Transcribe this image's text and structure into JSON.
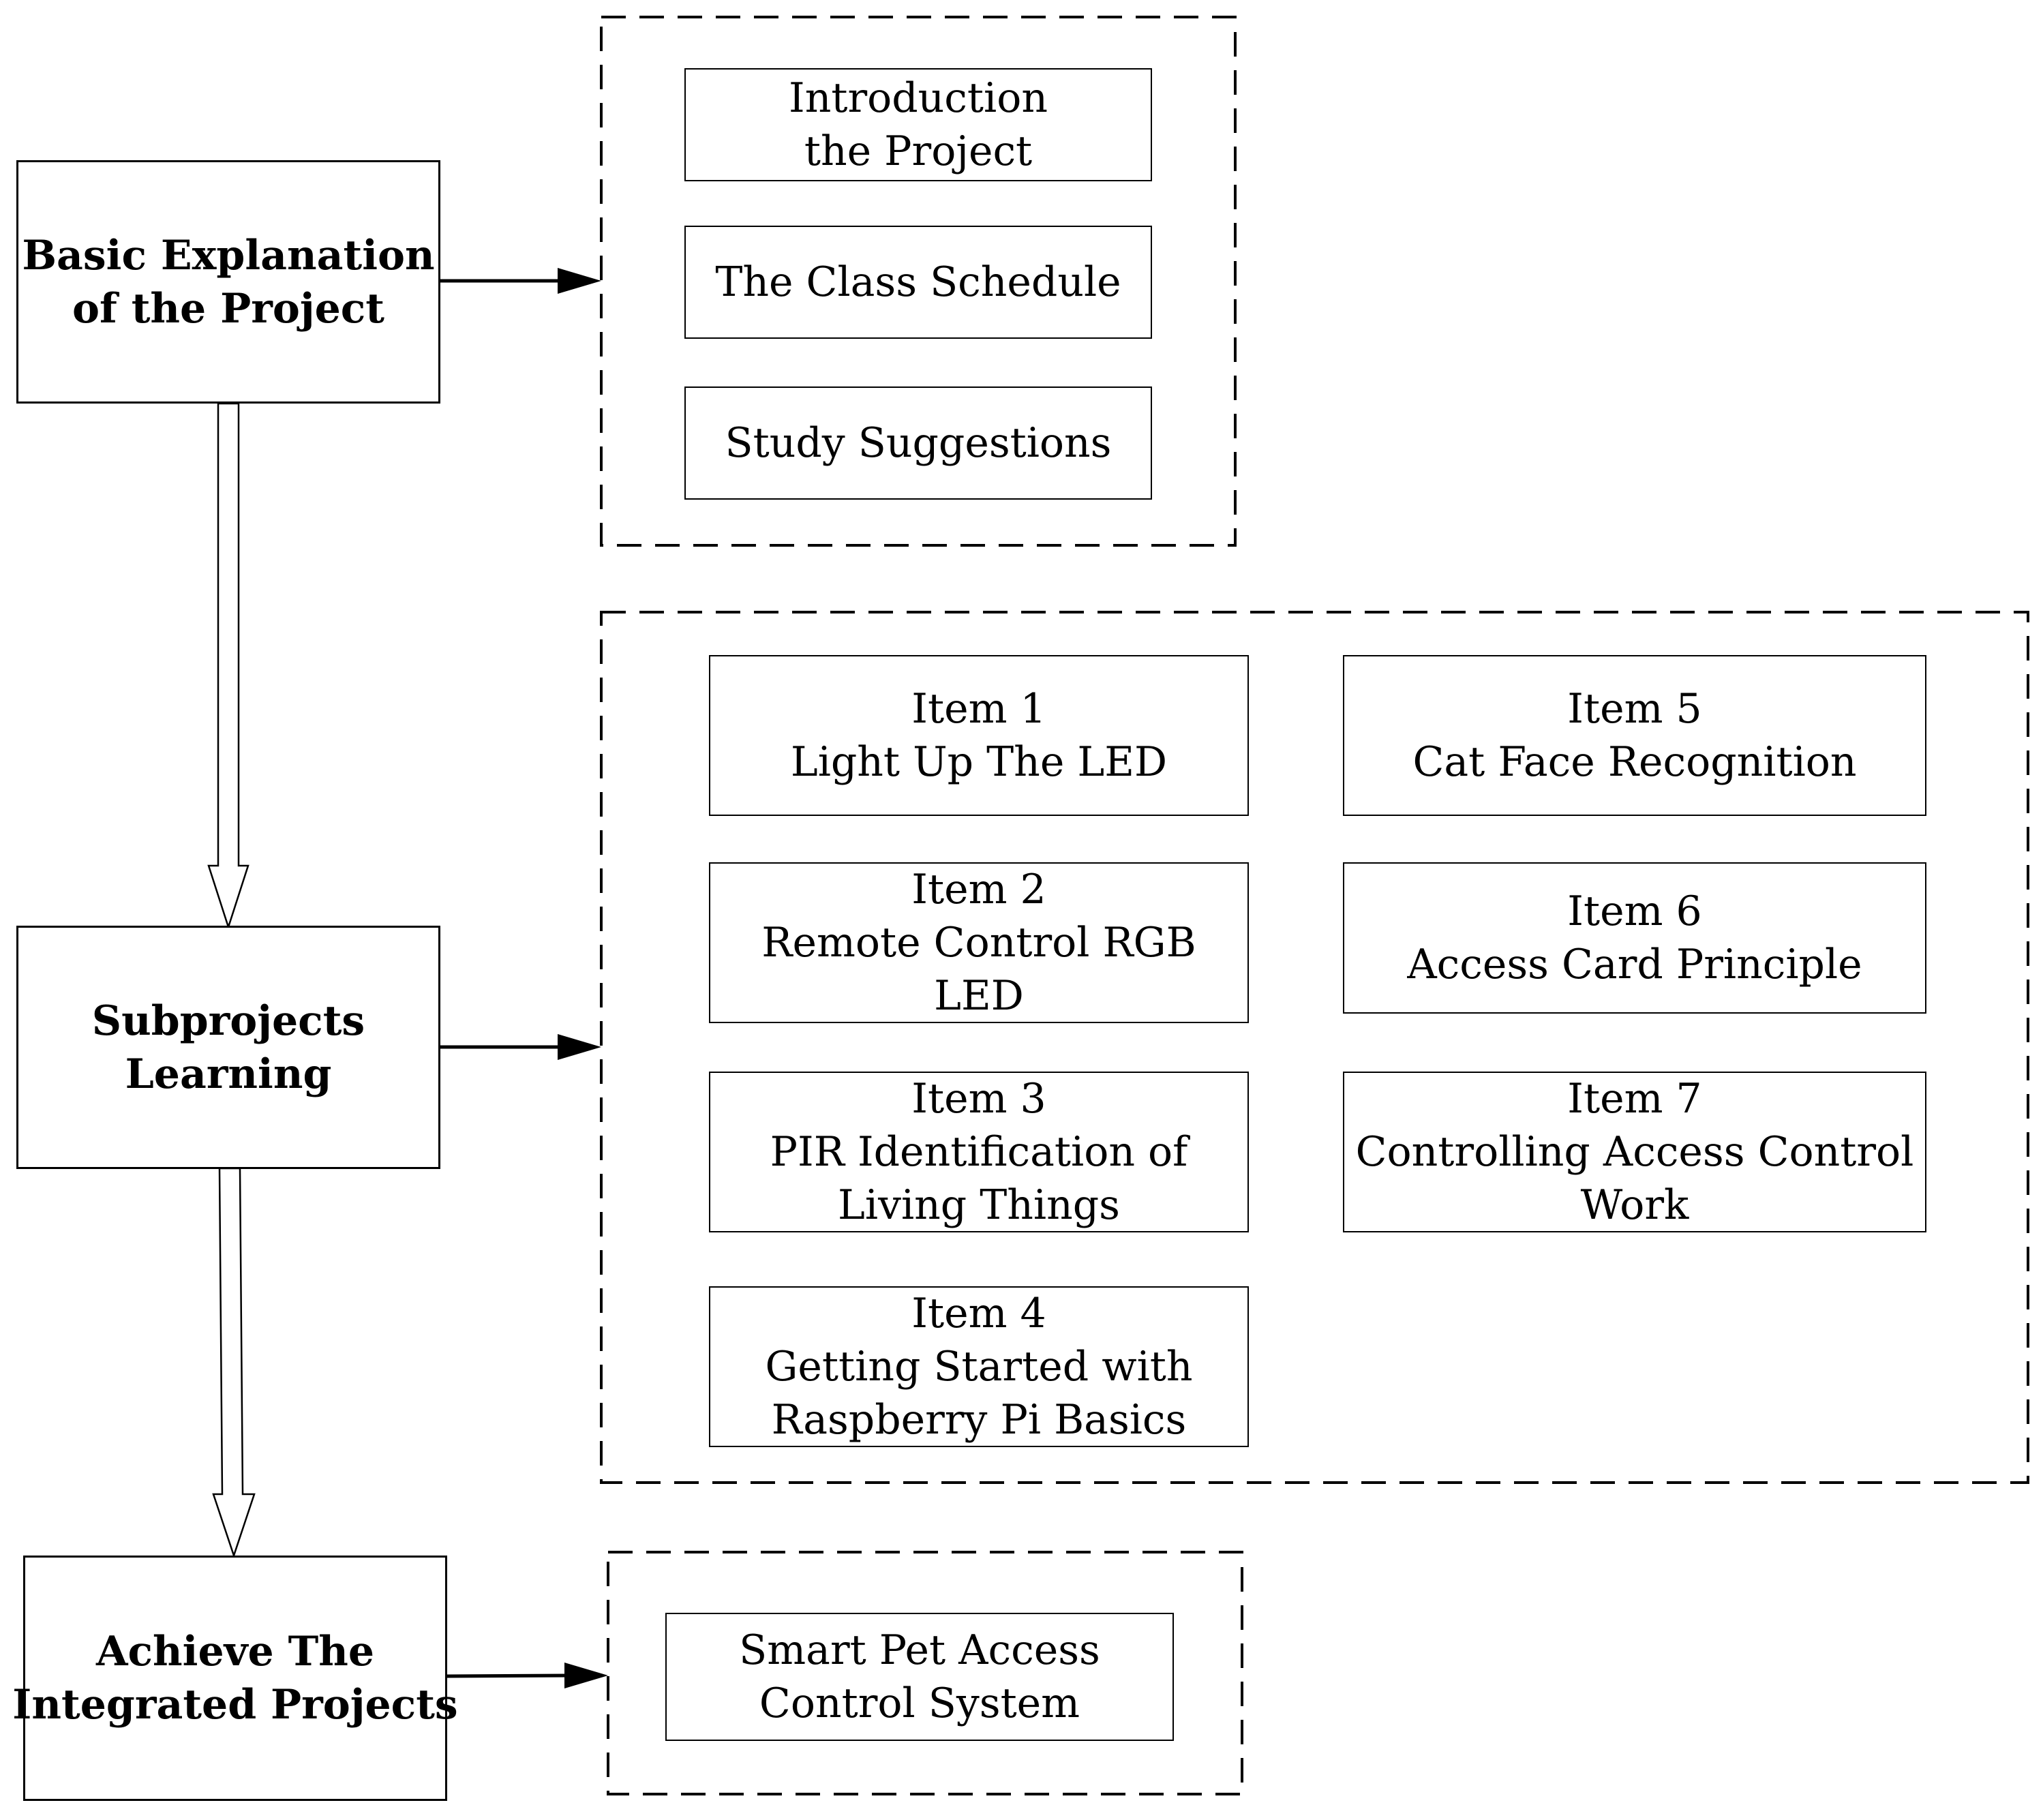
{
  "stages": [
    {
      "lines": [
        "Basic Explanation",
        "of the Project"
      ]
    },
    {
      "lines": [
        "Subprojects",
        "Learning"
      ]
    },
    {
      "lines": [
        "Achieve The",
        "Integrated Projects"
      ]
    }
  ],
  "explanation_items": [
    {
      "lines": [
        "Introduction",
        "the Project"
      ]
    },
    {
      "lines": [
        "The Class Schedule"
      ]
    },
    {
      "lines": [
        "Study Suggestions"
      ]
    }
  ],
  "subprojects": [
    {
      "lines": [
        "Item 1",
        "Light Up The LED"
      ]
    },
    {
      "lines": [
        "Item 2",
        "Remote Control RGB",
        "LED"
      ]
    },
    {
      "lines": [
        "Item 3",
        "PIR Identification of",
        "Living Things"
      ]
    },
    {
      "lines": [
        "Item 4",
        "Getting Started with",
        "Raspberry Pi Basics"
      ]
    },
    {
      "lines": [
        "Item 5",
        "Cat Face Recognition"
      ]
    },
    {
      "lines": [
        "Item 6",
        "Access Card Principle"
      ]
    },
    {
      "lines": [
        "Item 7",
        "Controlling Access Control",
        "Work"
      ]
    }
  ],
  "integrated": [
    {
      "lines": [
        "Smart Pet Access",
        "Control System"
      ]
    }
  ]
}
